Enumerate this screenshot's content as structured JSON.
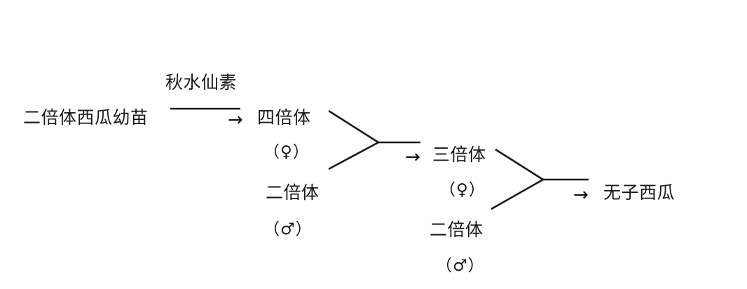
{
  "diagram": {
    "title_text": "",
    "stroke_color": "#1a1a1a",
    "background_color": "#ffffff",
    "nodes": {
      "start": "二倍体西瓜幼苗",
      "reagent": "秋水仙素",
      "tetraploid": "四倍体",
      "tetraploid_sex": "（♀）",
      "diploid_male": "二倍体",
      "diploid_male_sex": "（♂）",
      "triploid": "三倍体",
      "triploid_sex": "（♀）",
      "diploid_male2": "二倍体",
      "diploid_male2_sex": "（♂）",
      "result": "无子西瓜"
    },
    "arrows": {
      "arrow1": "→",
      "arrow2": "→",
      "arrow3": "→"
    }
  }
}
